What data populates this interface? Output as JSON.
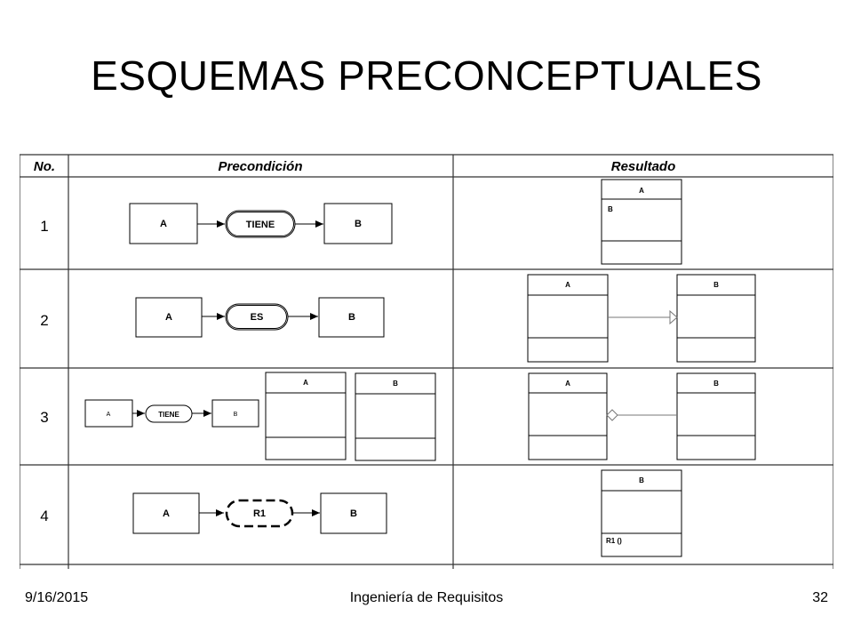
{
  "slide": {
    "title": "ESQUEMAS PRECONCEPTUALES"
  },
  "table": {
    "headers": [
      "No.",
      "Precondición",
      "Resultado"
    ],
    "rows": [
      {
        "number": "1",
        "precondition": {
          "source": "A",
          "relation": "TIENE",
          "target": "B"
        },
        "result": {
          "class_name": "A",
          "attribute": "B"
        }
      },
      {
        "number": "2",
        "precondition": {
          "source": "A",
          "relation": "ES",
          "target": "B"
        },
        "result": {
          "left_class": "A",
          "right_class": "B",
          "relationship": "generalization"
        }
      },
      {
        "number": "3",
        "precondition": {
          "source": "A",
          "relation": "TIENE",
          "target": "B",
          "class_a": "A",
          "class_b": "B"
        },
        "result": {
          "left_class": "A",
          "right_class": "B",
          "relationship": "aggregation"
        }
      },
      {
        "number": "4",
        "precondition": {
          "source": "A",
          "relation": "R1",
          "target": "B"
        },
        "result": {
          "class_name": "B",
          "operation": "R1 ()"
        }
      }
    ]
  },
  "footer": {
    "date": "9/16/2015",
    "center": "Ingeniería de Requisitos",
    "page": "32"
  }
}
